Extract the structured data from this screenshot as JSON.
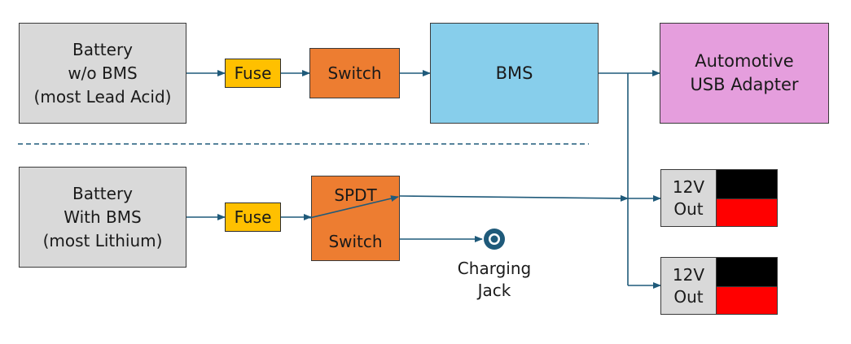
{
  "battery_no_bms": {
    "label": "Battery\nw/o BMS\n(most Lead Acid)"
  },
  "battery_with_bms": {
    "label": "Battery\nWith BMS\n(most Lithium)"
  },
  "fuse_top": {
    "label": "Fuse"
  },
  "fuse_bottom": {
    "label": "Fuse"
  },
  "switch_top": {
    "label": "Switch"
  },
  "spdt_switch": {
    "top_label": "SPDT",
    "bottom_label": "Switch"
  },
  "bms": {
    "label": "BMS"
  },
  "usb_adapter": {
    "label": "Automotive\nUSB Adapter"
  },
  "outlet_1": {
    "label": "12V\nOut"
  },
  "outlet_2": {
    "label": "12V\nOut"
  },
  "charging_jack": {
    "label": "Charging\nJack"
  },
  "colors": {
    "battery": "#d9d9d9",
    "fuse": "#ffc000",
    "switch": "#ed7d31",
    "bms": "#87ceeb",
    "usb": "#e59edd",
    "wire": "#1f5a7a",
    "outlet_black": "#000000",
    "outlet_red": "#ff0000"
  }
}
